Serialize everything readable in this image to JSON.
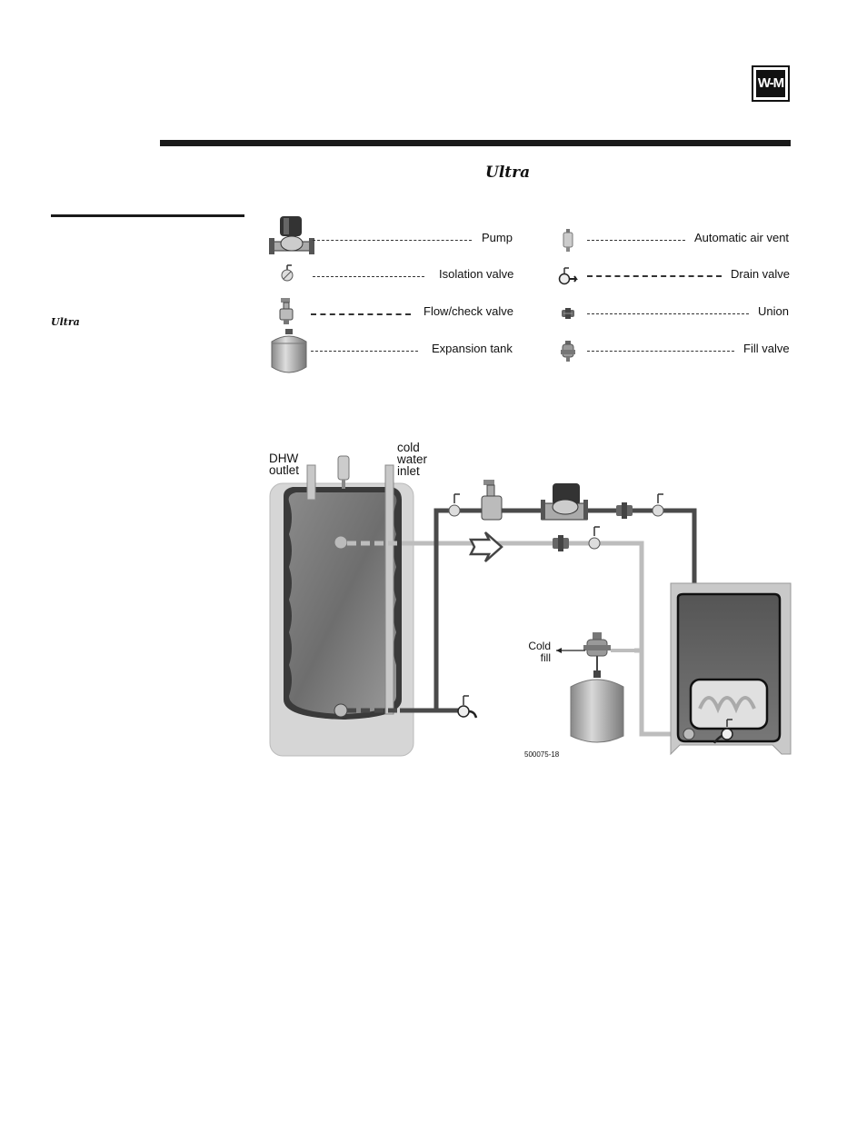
{
  "header": {
    "logo_text": "W-M",
    "section_title": "Ultra",
    "sidebar_note": "Ultra"
  },
  "legend": {
    "items": [
      {
        "label": "Pump",
        "icon": "pump-icon"
      },
      {
        "label": "Isolation valve",
        "icon": "isolation-valve-icon"
      },
      {
        "label": "Flow/check valve",
        "icon": "flow-check-valve-icon"
      },
      {
        "label": "Expansion tank",
        "icon": "expansion-tank-icon"
      },
      {
        "label": "Automatic air vent",
        "icon": "air-vent-icon"
      },
      {
        "label": "Drain valve",
        "icon": "drain-valve-icon"
      },
      {
        "label": "Union",
        "icon": "union-icon"
      },
      {
        "label": "Fill valve",
        "icon": "fill-valve-icon"
      }
    ]
  },
  "diagram": {
    "dhw_outlet_label": [
      "DHW",
      "outlet"
    ],
    "cold_inlet_label": [
      "cold",
      "water",
      "inlet"
    ],
    "cold_fill_label": [
      "Cold",
      "fill"
    ],
    "figure_code": "500075-18",
    "colors": {
      "supply_pipe": "#4a4a4a",
      "return_pipe": "#bdbdbd",
      "tank_body": "#7a7a7a",
      "tank_jacket": "#d9d9d9"
    }
  }
}
